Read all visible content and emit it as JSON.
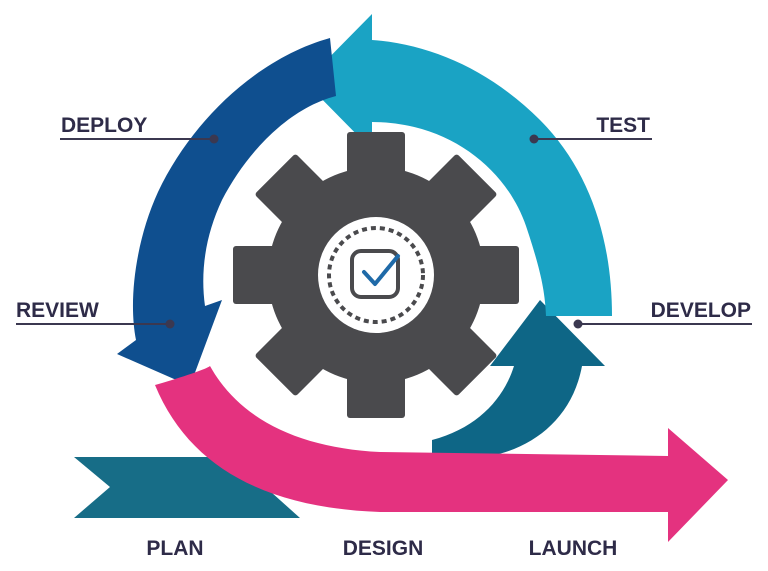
{
  "cycle_labels": {
    "deploy": "DEPLOY",
    "test": "TEST",
    "review": "REVIEW",
    "develop": "DEVELOP"
  },
  "bottom_labels": {
    "plan": "PLAN",
    "design": "DESIGN",
    "launch": "LAUNCH"
  },
  "colors": {
    "deploy_arrow": "#0f4f8f",
    "test_arrow": "#1aa3c4",
    "develop_arrow": "#0e6686",
    "plan_arrow": "#176d87",
    "launch_arrow": "#e4327f",
    "gear": "#4a4a4d",
    "label_text": "#2e2b48",
    "leader_line": "#3b3850"
  },
  "icons": {
    "gear": "gear-icon",
    "center": "checkbox-check-icon"
  }
}
